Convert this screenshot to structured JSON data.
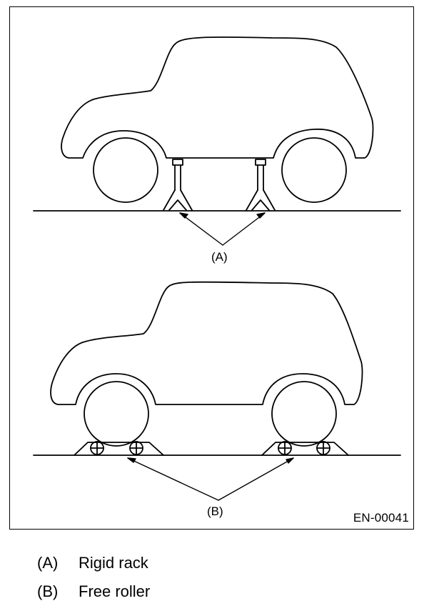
{
  "figure": {
    "code": "EN-00041",
    "callouts": {
      "a": "(A)",
      "b": "(B)"
    }
  },
  "legend": [
    {
      "key": "(A)",
      "text": "Rigid rack"
    },
    {
      "key": "(B)",
      "text": "Free roller"
    }
  ],
  "colors": {
    "line": "#000000",
    "background": "#ffffff"
  }
}
